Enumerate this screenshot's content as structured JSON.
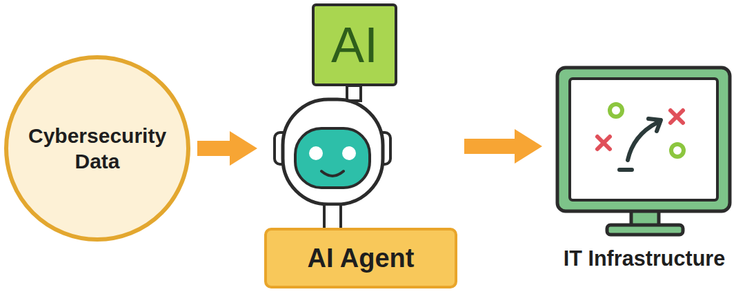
{
  "diagram": {
    "nodes": [
      {
        "text": [
          "Cybersecurity Data"
        ]
      },
      {
        "text": [
          "AI Agent"
        ]
      },
      {
        "text": [
          "AI"
        ],
        "in": 1
      },
      {
        "text": [
          "IT Infrastructure"
        ]
      }
    ],
    "edges": [
      {
        "from": 0,
        "to": 1,
        "arrow": "to"
      },
      {
        "from": 1,
        "to": 3,
        "arrow": "to"
      }
    ]
  }
}
